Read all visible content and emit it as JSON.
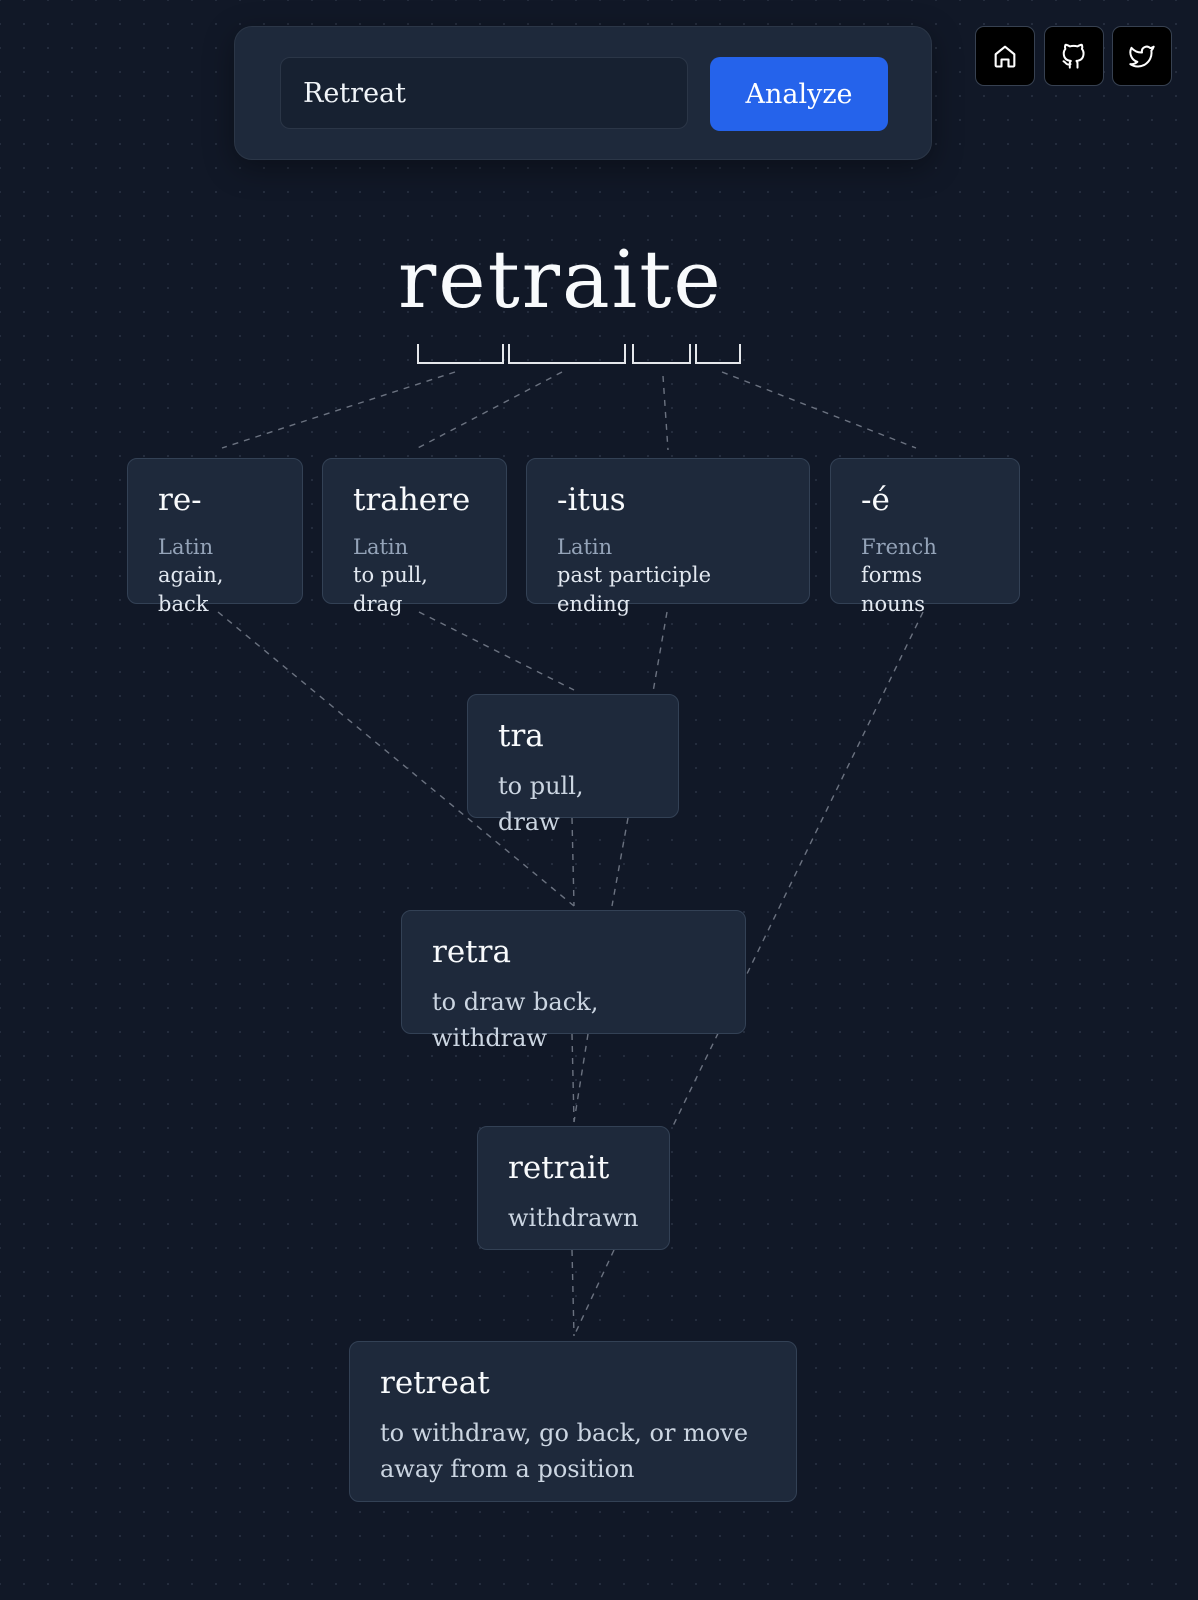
{
  "search": {
    "value": "Retreat",
    "button_label": "Analyze"
  },
  "nav": {
    "icons": [
      "home-icon",
      "github-icon",
      "twitter-icon"
    ]
  },
  "word": "retraite",
  "roots": [
    {
      "term": "re-",
      "language": "Latin",
      "meaning": "again, back"
    },
    {
      "term": "trahere",
      "language": "Latin",
      "meaning": "to pull, drag"
    },
    {
      "term": "-itus",
      "language": "Latin",
      "meaning": "past participle ending"
    },
    {
      "term": "-é",
      "language": "French",
      "meaning": "forms nouns"
    }
  ],
  "stages": [
    {
      "term": "tra",
      "meaning": "to pull, draw"
    },
    {
      "term": "retra",
      "meaning": "to draw back, withdraw"
    },
    {
      "term": "retrait",
      "meaning": "withdrawn"
    },
    {
      "term": "retreat",
      "meaning": "to withdraw, go back, or move away from a position"
    }
  ],
  "colors": {
    "background": "#111827",
    "card": "#1e293b",
    "accent": "#2563eb",
    "muted_text": "#94a3b8"
  }
}
